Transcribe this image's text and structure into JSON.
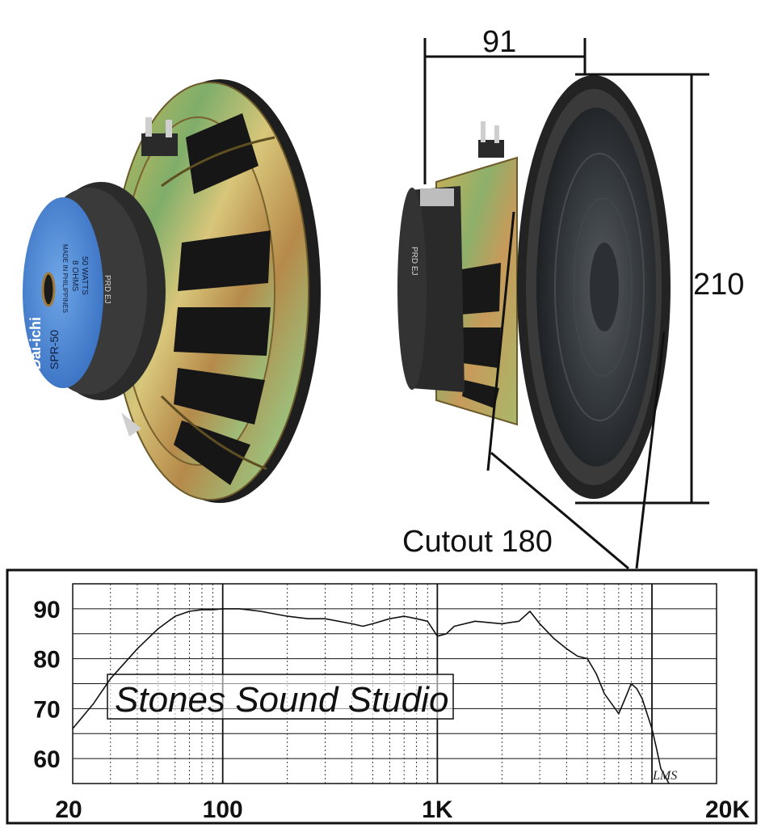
{
  "dimensions": {
    "depth": "91",
    "height": "210",
    "cutout": "Cutout 180"
  },
  "back_label": {
    "brand": "Dai-ichi",
    "model": "SPR-50",
    "power": "50 WATTS",
    "impedance": "8 OHMS",
    "origin": "MADE IN PHILIPPINES",
    "stamp": "PRD EJ"
  },
  "chart_data": {
    "type": "line",
    "title": "",
    "xlabel": "",
    "ylabel": "",
    "xscale": "log",
    "xlim": [
      20,
      20000
    ],
    "ylim": [
      55,
      95
    ],
    "yticks": [
      60,
      70,
      80,
      90
    ],
    "ytick_labels": [
      "60",
      "70",
      "80",
      "90"
    ],
    "xticks": [
      20,
      100,
      1000,
      20000
    ],
    "xtick_labels": [
      "20",
      "100",
      "1K",
      "20K"
    ],
    "grid": true,
    "watermark": "Stones Sound Studio",
    "corner_mark": "LMS",
    "series": [
      {
        "x": [
          20,
          25,
          30,
          40,
          50,
          60,
          70,
          80,
          90,
          100,
          120,
          150,
          200,
          250,
          300,
          400,
          450,
          500,
          600,
          700,
          800,
          900,
          1000,
          1100,
          1200,
          1500,
          2000,
          2400,
          2700,
          3000,
          3500,
          4000,
          4500,
          5000,
          5500,
          6000,
          7000,
          7500,
          8000,
          8500,
          9000,
          10000,
          10500,
          11000,
          12000
        ],
        "y": [
          66,
          71,
          76,
          82,
          86,
          88.5,
          89.5,
          89.8,
          89.8,
          90,
          90,
          89.5,
          88.5,
          88,
          88,
          87,
          86.5,
          87,
          88,
          88.5,
          88,
          87.5,
          84.5,
          85,
          86.5,
          87.5,
          87,
          87.5,
          89.5,
          87,
          84,
          82,
          80.5,
          80,
          77,
          73,
          69,
          72,
          75,
          74,
          72,
          66,
          62,
          58,
          55
        ]
      }
    ]
  }
}
